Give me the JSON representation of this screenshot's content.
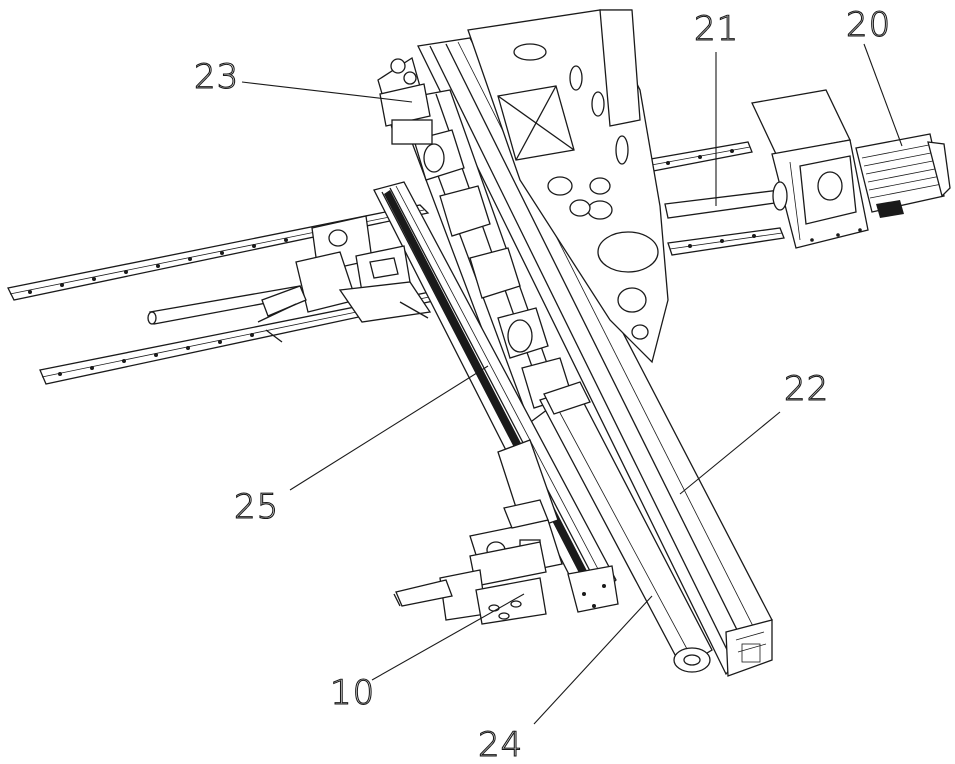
{
  "figure": {
    "callouts": [
      {
        "id": "callout-20",
        "label": "20"
      },
      {
        "id": "callout-21",
        "label": "21"
      },
      {
        "id": "callout-22",
        "label": "22"
      },
      {
        "id": "callout-23",
        "label": "23"
      },
      {
        "id": "callout-24",
        "label": "24"
      },
      {
        "id": "callout-25",
        "label": "25"
      },
      {
        "id": "callout-10",
        "label": "10"
      }
    ]
  }
}
